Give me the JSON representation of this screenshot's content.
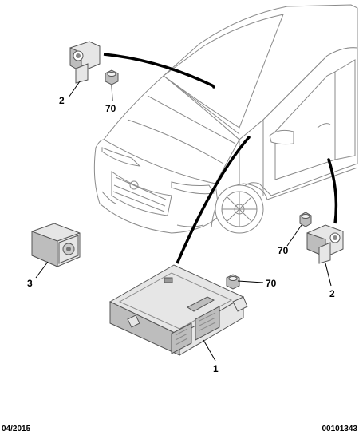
{
  "callouts": {
    "c1": "1",
    "c2_top": "2",
    "c70_top": "70",
    "c3": "3",
    "c70_right": "70",
    "c2_right": "2",
    "c70_mid": "70"
  },
  "footer": {
    "date": "04/2015",
    "reference": "00101343"
  }
}
